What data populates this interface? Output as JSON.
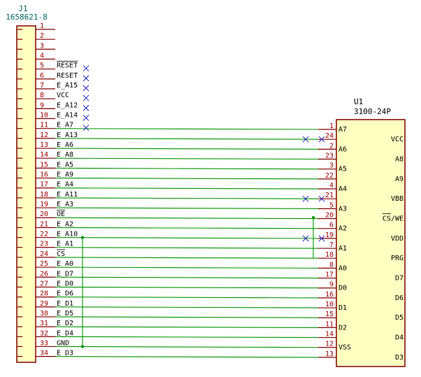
{
  "colors": {
    "body_outline": "#840000",
    "body_fill": "#ffffc2",
    "pin_line": "#840000",
    "pin_number": "#a00000",
    "ref_text": "#006464",
    "wire": "#009600",
    "no_connect": "#2020c0",
    "signal_text": "#000000"
  },
  "j1": {
    "ref": "J1",
    "value": "1658621-8",
    "pins": [
      {
        "num": "1",
        "label": "",
        "overline": false,
        "nc": false
      },
      {
        "num": "2",
        "label": "",
        "overline": false,
        "nc": false
      },
      {
        "num": "3",
        "label": "",
        "overline": false,
        "nc": false
      },
      {
        "num": "4",
        "label": "",
        "overline": false,
        "nc": false
      },
      {
        "num": "5",
        "label": "RESET",
        "overline": true,
        "nc": true
      },
      {
        "num": "6",
        "label": "RESET",
        "overline": false,
        "nc": true
      },
      {
        "num": "7",
        "label": "E_A15",
        "overline": false,
        "nc": true
      },
      {
        "num": "8",
        "label": "VCC",
        "overline": false,
        "nc": true
      },
      {
        "num": "9",
        "label": "E_A12",
        "overline": false,
        "nc": true
      },
      {
        "num": "10",
        "label": "E_A14",
        "overline": false,
        "nc": true
      },
      {
        "num": "11",
        "label": "E_A7",
        "overline": false,
        "nc": true
      },
      {
        "num": "12",
        "label": "E_A13",
        "overline": false,
        "nc": false
      },
      {
        "num": "13",
        "label": "E_A6",
        "overline": false,
        "nc": false
      },
      {
        "num": "14",
        "label": "E_A8",
        "overline": false,
        "nc": false
      },
      {
        "num": "15",
        "label": "E_A5",
        "overline": false,
        "nc": false
      },
      {
        "num": "16",
        "label": "E_A9",
        "overline": false,
        "nc": false
      },
      {
        "num": "17",
        "label": "E_A4",
        "overline": false,
        "nc": false
      },
      {
        "num": "18",
        "label": "E_A11",
        "overline": false,
        "nc": false
      },
      {
        "num": "19",
        "label": "E_A3",
        "overline": false,
        "nc": false
      },
      {
        "num": "20",
        "label": "OE",
        "overline": true,
        "nc": false
      },
      {
        "num": "21",
        "label": "E_A2",
        "overline": false,
        "nc": false
      },
      {
        "num": "22",
        "label": "E_A10",
        "overline": false,
        "nc": false
      },
      {
        "num": "23",
        "label": "E_A1",
        "overline": false,
        "nc": false
      },
      {
        "num": "24",
        "label": "CS",
        "overline": true,
        "nc": false
      },
      {
        "num": "25",
        "label": "E_A0",
        "overline": false,
        "nc": false
      },
      {
        "num": "26",
        "label": "E_D7",
        "overline": false,
        "nc": false
      },
      {
        "num": "27",
        "label": "E_D0",
        "overline": false,
        "nc": false
      },
      {
        "num": "28",
        "label": "E_D6",
        "overline": false,
        "nc": false
      },
      {
        "num": "29",
        "label": "E_D1",
        "overline": false,
        "nc": false
      },
      {
        "num": "30",
        "label": "E_D5",
        "overline": false,
        "nc": false
      },
      {
        "num": "31",
        "label": "E_D2",
        "overline": false,
        "nc": false
      },
      {
        "num": "32",
        "label": "E_D4",
        "overline": false,
        "nc": false
      },
      {
        "num": "33",
        "label": "GND",
        "overline": false,
        "nc": false
      },
      {
        "num": "34",
        "label": "E_D3",
        "overline": false,
        "nc": false
      }
    ]
  },
  "u1": {
    "ref": "U1",
    "value": "3100-24P",
    "pins": [
      {
        "num": "1",
        "left": "A7",
        "right": "",
        "right_overline": ""
      },
      {
        "num": "24",
        "left": "",
        "right": "VCC",
        "right_overline": ""
      },
      {
        "num": "2",
        "left": "A6",
        "right": "",
        "right_overline": ""
      },
      {
        "num": "23",
        "left": "",
        "right": "A8",
        "right_overline": ""
      },
      {
        "num": "3",
        "left": "A5",
        "right": "",
        "right_overline": ""
      },
      {
        "num": "22",
        "left": "",
        "right": "A9",
        "right_overline": ""
      },
      {
        "num": "4",
        "left": "A4",
        "right": "",
        "right_overline": ""
      },
      {
        "num": "21",
        "left": "",
        "right": "VBB",
        "right_overline": ""
      },
      {
        "num": "5",
        "left": "A3",
        "right": "",
        "right_overline": ""
      },
      {
        "num": "20",
        "left": "",
        "right": "/WE",
        "right_overline": "CS"
      },
      {
        "num": "6",
        "left": "A2",
        "right": "",
        "right_overline": ""
      },
      {
        "num": "19",
        "left": "",
        "right": "VDD",
        "right_overline": ""
      },
      {
        "num": "7",
        "left": "A1",
        "right": "",
        "right_overline": ""
      },
      {
        "num": "18",
        "left": "",
        "right": "PRG",
        "right_overline": ""
      },
      {
        "num": "8",
        "left": "A0",
        "right": "",
        "right_overline": ""
      },
      {
        "num": "17",
        "left": "",
        "right": "D7",
        "right_overline": ""
      },
      {
        "num": "9",
        "left": "D0",
        "right": "",
        "right_overline": ""
      },
      {
        "num": "16",
        "left": "",
        "right": "D6",
        "right_overline": ""
      },
      {
        "num": "10",
        "left": "D1",
        "right": "",
        "right_overline": ""
      },
      {
        "num": "15",
        "left": "",
        "right": "D5",
        "right_overline": ""
      },
      {
        "num": "11",
        "left": "D2",
        "right": "",
        "right_overline": ""
      },
      {
        "num": "14",
        "left": "",
        "right": "D4",
        "right_overline": ""
      },
      {
        "num": "12",
        "left": "VSS",
        "right": "",
        "right_overline": ""
      },
      {
        "num": "13",
        "left": "",
        "right": "D3",
        "right_overline": ""
      }
    ]
  },
  "no_connects_u1": [
    "24",
    "21",
    "19"
  ]
}
